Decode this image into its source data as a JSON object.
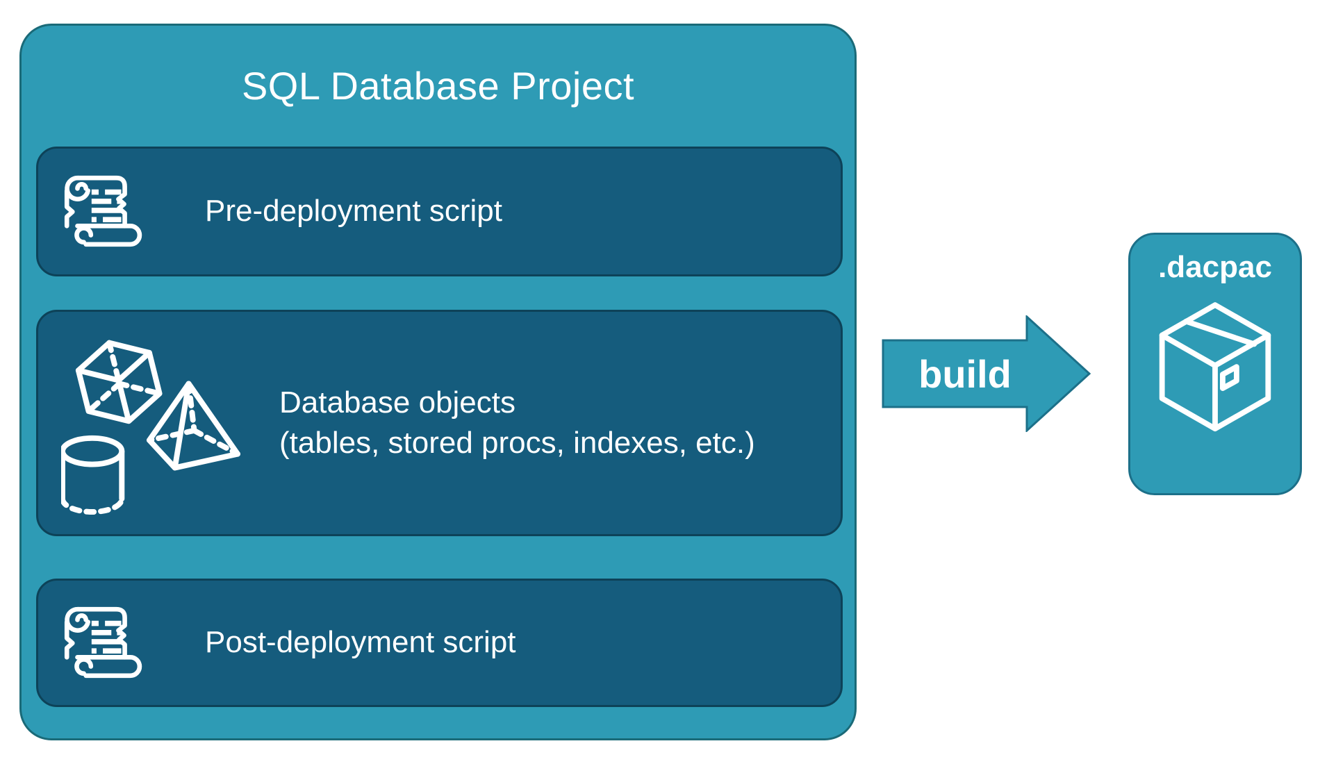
{
  "colors": {
    "background": "#FFFFFF",
    "teal": "#2E9BB5",
    "teal_border": "#1A6A78",
    "row_bg": "#155C7D",
    "row_border": "#0D4258",
    "accent_border": "#1C7089",
    "text": "#FFFFFF",
    "icon_stroke": "#FFFFFF"
  },
  "project": {
    "title": "SQL Database Project",
    "rows": [
      {
        "icon": "scroll-icon",
        "label": "Pre-deployment script"
      },
      {
        "icon": "shapes-icon",
        "label": "Database objects",
        "sublabel": "(tables, stored procs, indexes, etc.)"
      },
      {
        "icon": "scroll-icon",
        "label": "Post-deployment script"
      }
    ]
  },
  "arrow": {
    "label": "build"
  },
  "output": {
    "title": ".dacpac",
    "icon": "package-icon"
  }
}
